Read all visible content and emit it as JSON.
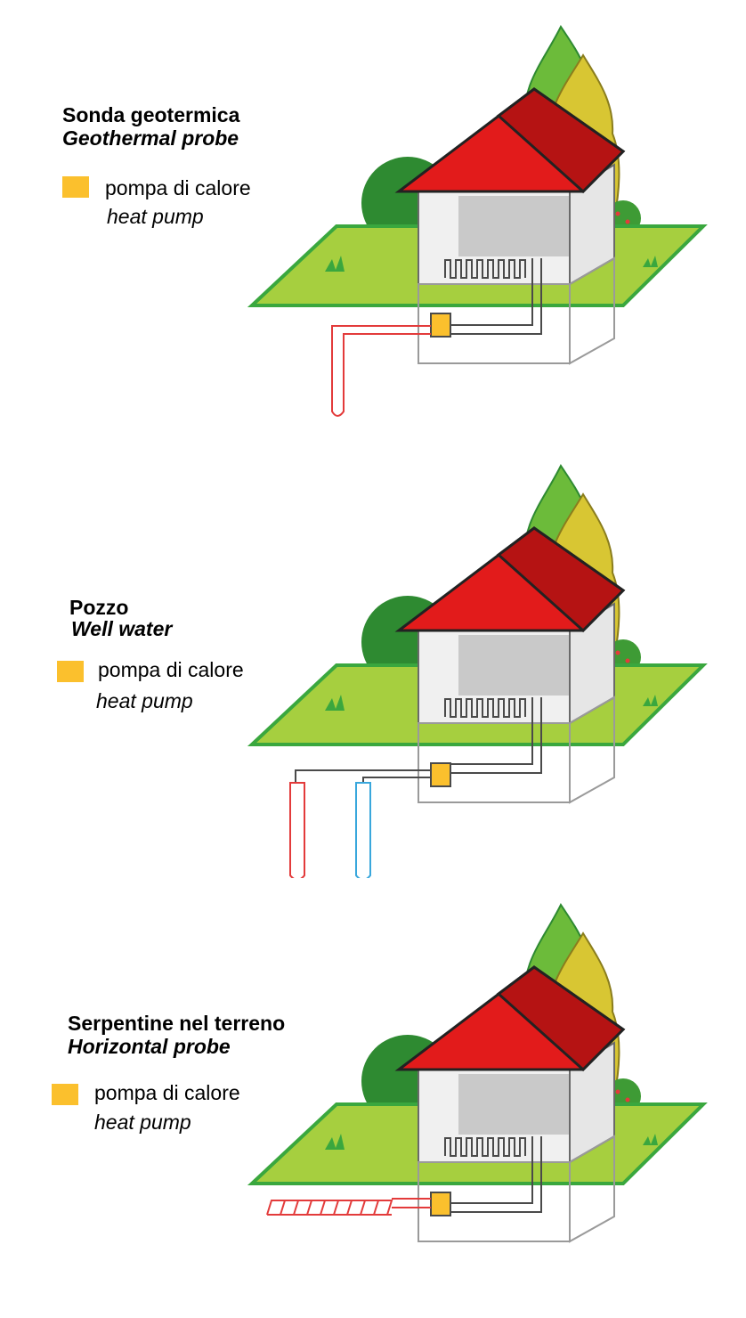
{
  "colors": {
    "heat_pump": "#fbc02d",
    "roof": "#e21b1b",
    "roof_dark": "#b51313",
    "grass": "#a6cf3f",
    "grass_edge": "#3aa73e",
    "tree_dark": "#2e8a31",
    "tree_light": "#6cbb3a",
    "tree_yellow": "#d8c633",
    "probe_hot": "#e33b3b",
    "probe_cold": "#39a7dc",
    "pipe": "#4a4a4a"
  },
  "panels": [
    {
      "type": "geothermal-probe",
      "title": "Sonda geotermica",
      "subtitle": "Geothermal probe",
      "legend": {
        "label": "pompa di calore",
        "label_en": "heat pump",
        "icon": "heat-pump-square"
      }
    },
    {
      "type": "well-water",
      "title": "Pozzo",
      "subtitle": "Well water",
      "legend": {
        "label": "pompa di calore",
        "label_en": "heat pump",
        "icon": "heat-pump-square"
      }
    },
    {
      "type": "horizontal-probe",
      "title": "Serpentine nel terreno",
      "subtitle": "Horizontal probe",
      "legend": {
        "label": "pompa di calore",
        "label_en": "heat pump",
        "icon": "heat-pump-square"
      }
    }
  ]
}
